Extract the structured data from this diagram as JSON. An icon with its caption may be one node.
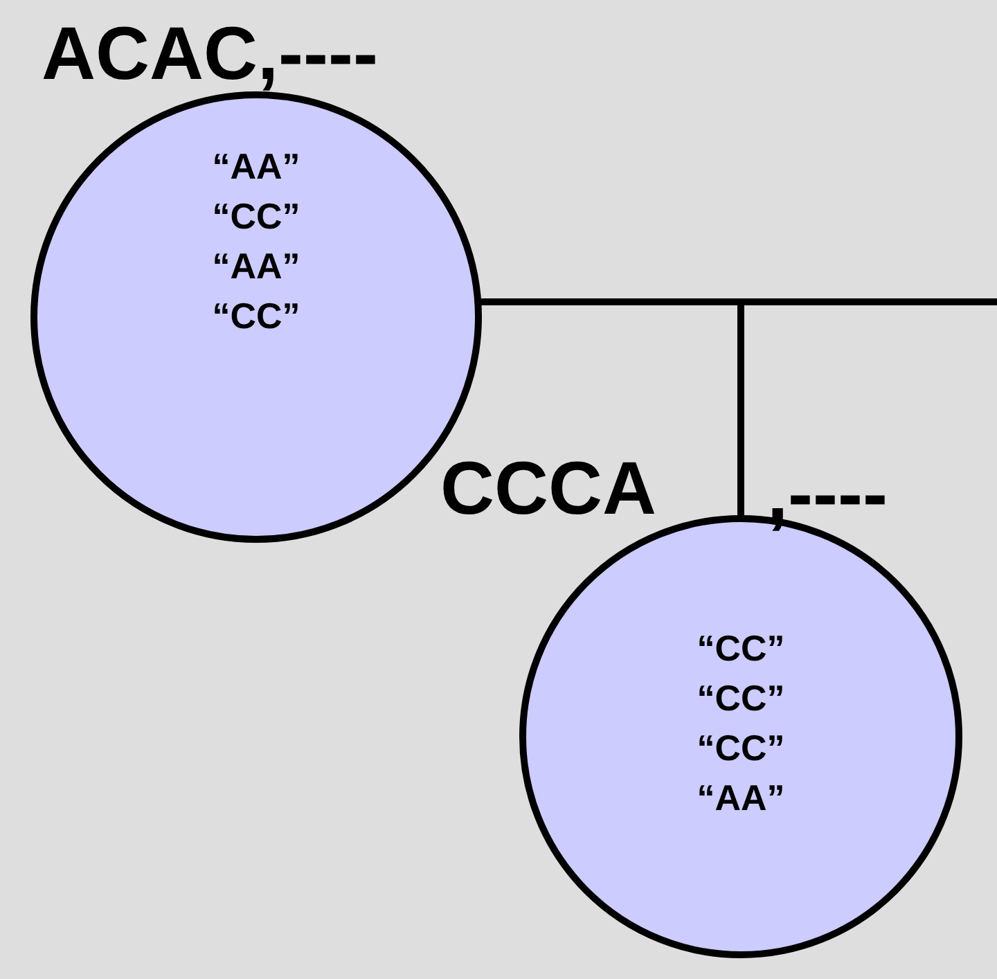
{
  "diagram": {
    "nodes": [
      {
        "text": [
          "ACAC,----",
          "“AA” “CC” “AA” “CC”"
        ]
      },
      {
        "text": [
          "CCCA",
          ",----",
          "“CC” “CC” “CC” “AA”"
        ]
      }
    ],
    "edges": [
      {
        "from": 0,
        "to": null,
        "arrow": "none"
      },
      {
        "from": 0,
        "to": 1,
        "arrow": "none"
      }
    ]
  }
}
